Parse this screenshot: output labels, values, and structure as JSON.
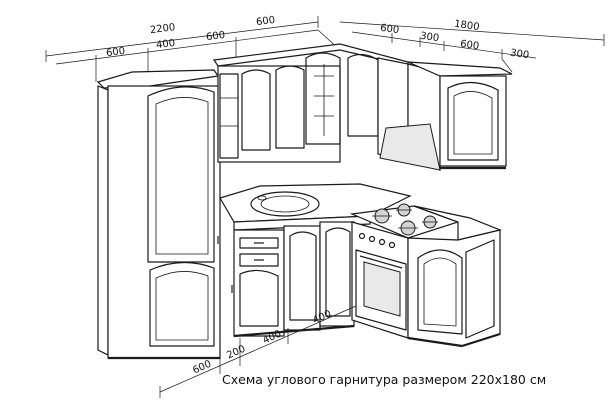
{
  "caption": "Схема углового гарнитура размером 220x180 см",
  "dimensions": {
    "top_total_left": "2200",
    "top_left_1": "600",
    "top_left_2": "400",
    "top_left_3": "600",
    "top_left_4": "600",
    "top_total_right": "1800",
    "top_right_1": "600",
    "top_right_2": "300",
    "top_right_3": "600",
    "top_right_4": "300",
    "bottom_1": "600",
    "bottom_2": "200",
    "bottom_3": "400",
    "bottom_4": "400"
  }
}
